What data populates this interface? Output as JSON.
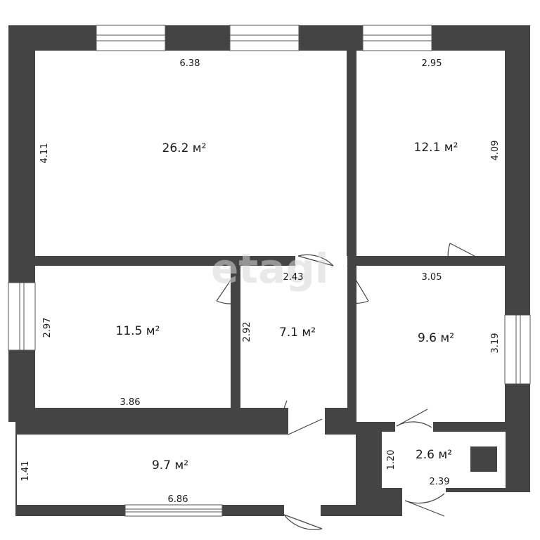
{
  "watermark": "etagi",
  "unit_suffix": "м²",
  "colors": {
    "wall": "#444444",
    "room": "#ffffff",
    "window": "#ffffff"
  },
  "rooms": [
    {
      "id": "room-1",
      "area": "26.2 м²",
      "width": "6.38",
      "height": "4.11"
    },
    {
      "id": "room-2",
      "area": "12.1 м²",
      "width": "2.95",
      "height": "4.09"
    },
    {
      "id": "room-3",
      "area": "11.5 м²",
      "width": "3.86",
      "height": "2.97"
    },
    {
      "id": "room-4",
      "area": "7.1 м²",
      "width": "2.43",
      "height": "2.92"
    },
    {
      "id": "room-5",
      "area": "9.6 м²",
      "width": "3.05",
      "height": "3.19"
    },
    {
      "id": "room-6",
      "area": "9.7 м²",
      "width": "6.86",
      "height": "1.41"
    },
    {
      "id": "room-7",
      "area": "2.6 м²",
      "width": "2.39",
      "height": "1.20"
    }
  ]
}
